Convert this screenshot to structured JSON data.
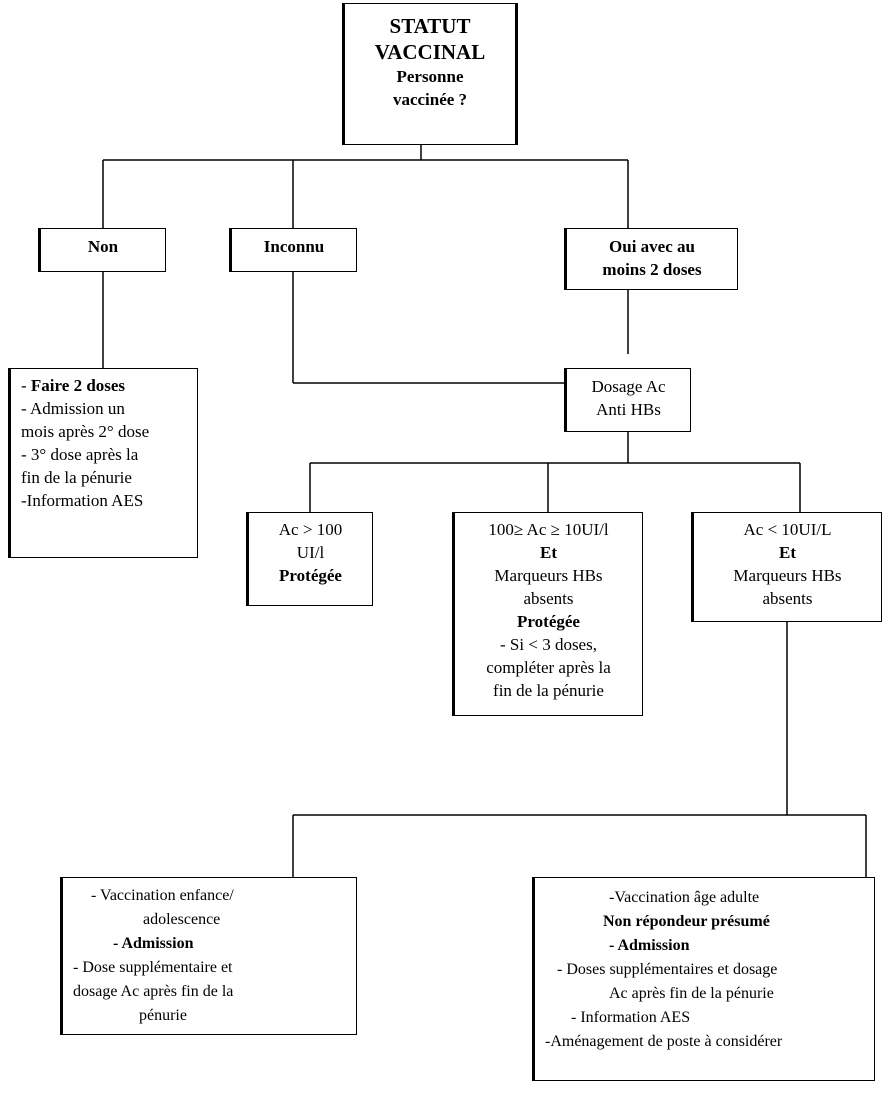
{
  "root": {
    "line1": "STATUT",
    "line2": "VACCINAL",
    "line3": "Personne",
    "line4": "vaccinée ?"
  },
  "branches": {
    "non": "Non",
    "inconnu": "Inconnu",
    "oui_line1": "Oui avec au",
    "oui_line2": "moins 2 doses"
  },
  "non_actions": {
    "line1_prefix": "- ",
    "line1_bold": "Faire 2 doses",
    "line2": "- Admission un",
    "line3": "mois après 2° dose",
    "line4": "- 3° dose après la",
    "line5": "fin de la pénurie",
    "line6": "-Information AES"
  },
  "dosage": {
    "line1": "Dosage Ac",
    "line2": "Anti HBs"
  },
  "result_high": {
    "line1": "Ac > 100",
    "line2": "UI/l",
    "line3": "Protégée"
  },
  "result_mid": {
    "line1": "100≥ Ac ≥ 10UI/l",
    "line2": "Et",
    "line3": "Marqueurs HBs",
    "line4": "absents",
    "line5": "Protégée",
    "line6": "- Si < 3 doses,",
    "line7": "compléter après la",
    "line8": "fin de la pénurie"
  },
  "result_low": {
    "line1": "Ac < 10UI/L",
    "line2": "Et",
    "line3": "Marqueurs HBs",
    "line4": "absents"
  },
  "child_vacc": {
    "line1": "- Vaccination enfance/",
    "line2": "adolescence",
    "line3": "- Admission",
    "line4": "- Dose supplémentaire et",
    "line5": "dosage Ac après fin de la",
    "line6": "pénurie"
  },
  "adult_vacc": {
    "line1": "-Vaccination âge adulte",
    "line2": "Non répondeur présumé",
    "line3": "- Admission",
    "line4": "- Doses supplémentaires et dosage",
    "line5": "Ac après fin de la pénurie",
    "line6": "- Information AES",
    "line7": "-Aménagement de poste à considérer"
  }
}
